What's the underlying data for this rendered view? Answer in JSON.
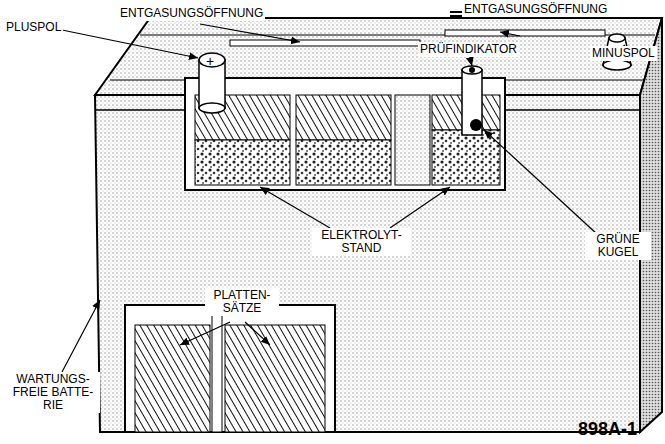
{
  "diagram": {
    "labels": [
      "PLUSPOL",
      "ENTGASUNGSÖFFNUNG",
      "ENTGASUNGSÖFFNUNG",
      "MINUSPOL",
      "PRÜFINDIKATOR",
      "ELEKTROLYT- STAND",
      "GRÜNE KUGEL",
      "PLATTEN- SÄTZE",
      "WARTUNGS- FREIE BATTE- RIE",
      "+",
      "898A-1"
    ]
  }
}
